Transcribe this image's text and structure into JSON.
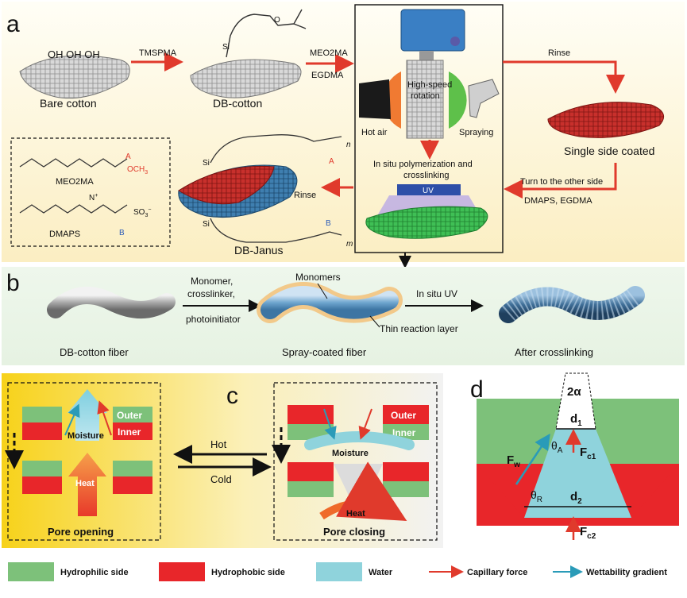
{
  "panel_a": {
    "label": "a",
    "oh_groups": "OH OH OH",
    "bare_cotton": "Bare cotton",
    "step1": "TMSPMA",
    "db_cotton": "DB-cotton",
    "si": "Si",
    "o": "O",
    "step2_line1": "MEO2MA",
    "step2_line2": "EGDMA",
    "high_speed_1": "High-speed",
    "high_speed_2": "rotation",
    "hot_air": "Hot air",
    "spraying": "Spraying",
    "polymerization_1": "In situ polymerization and",
    "polymerization_2": "crosslinking",
    "uv": "UV",
    "rinse_top": "Rinse",
    "single_side": "Single side coated",
    "turn_side": "Turn to the other side",
    "dmaps_egdma": "DMAPS, EGDMA",
    "rinse_left": "Rinse",
    "db_janus": "DB-Janus",
    "label_A": "A",
    "label_B": "B",
    "label_n": "n",
    "label_m": "m",
    "meo2ma": "MEO2MA",
    "och3": "OCH",
    "och3_sub": "3",
    "dmaps": "DMAPS",
    "so3": "SO",
    "so3_sub": "3",
    "so3_sup": "−",
    "n_plus": "N",
    "plus": "+"
  },
  "panel_b": {
    "label": "b",
    "step1_line1": "Monomer,",
    "step1_line2": "crosslinker,",
    "step1_line3": "photoinitiator",
    "monomers": "Monomers",
    "step2": "In situ UV",
    "thin_layer": "Thin reaction layer",
    "fiber1": "DB-cotton fiber",
    "fiber2": "Spray-coated fiber",
    "fiber3": "After crosslinking"
  },
  "panel_c": {
    "label": "c",
    "outer": "Outer",
    "inner": "Inner",
    "moisture": "Moisture",
    "heat": "Heat",
    "hot": "Hot",
    "cold": "Cold",
    "pore_opening": "Pore opening",
    "pore_closing": "Pore closing"
  },
  "panel_d": {
    "label": "d",
    "angle_top": "2α",
    "d1": "d",
    "d1_sub": "1",
    "d2": "d",
    "d2_sub": "2",
    "theta_a": "θ",
    "theta_a_sub": "A",
    "theta_r": "θ",
    "theta_r_sub": "R",
    "fw": "F",
    "fw_sub": "w",
    "fc1": "F",
    "fc1_sub": "c1",
    "fc2": "F",
    "fc2_sub": "c2"
  },
  "legend": {
    "hydrophilic": "Hydrophilic side",
    "hydrophobic": "Hydrophobic side",
    "water": "Water",
    "capillary": "Capillary force",
    "wettability": "Wettability gradient"
  },
  "colors": {
    "hydrophilic": "#7dc17a",
    "hydrophobic": "#e8262a",
    "water": "#8fd3dc",
    "capillary": "#e03a2c",
    "wettability": "#2a9bb8"
  }
}
